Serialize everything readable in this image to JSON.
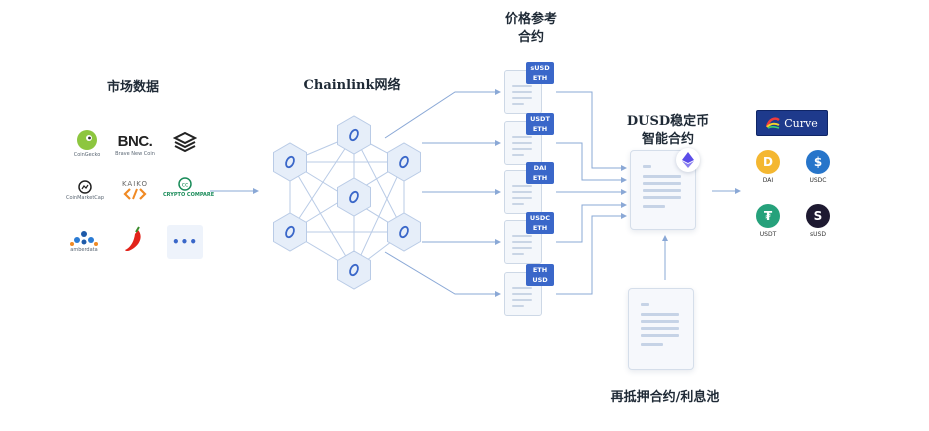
{
  "labels": {
    "market_data": "市场数据",
    "network": "Chainlink网络",
    "price_ref_line1": "价格参考",
    "price_ref_line2": "合约",
    "dusd_line1": "DUSD稳定币",
    "dusd_line2": "智能合约",
    "collateral": "再抵押合约/利息池"
  },
  "sources": [
    {
      "name": "CoinGecko",
      "icon": "coingecko-icon"
    },
    {
      "name": "BNC.",
      "sub": "Brave New Coin",
      "icon": "bnc-logo"
    },
    {
      "name": "",
      "icon": "stack-layers-icon"
    },
    {
      "name": "CoinMarketCap",
      "icon": "coinmarketcap-icon"
    },
    {
      "name": "KAIKO",
      "icon": "kaiko-logo"
    },
    {
      "name": "CRYPTO COMPARE",
      "icon": "cryptocompare-icon"
    },
    {
      "name": "amberdata",
      "icon": "amberdata-icon"
    },
    {
      "name": "",
      "icon": "chili-pepper-icon"
    },
    {
      "name": "•••",
      "icon": "more-icon"
    }
  ],
  "price_contracts": [
    {
      "line1": "sUSD",
      "line2": "ETH"
    },
    {
      "line1": "USDT",
      "line2": "ETH"
    },
    {
      "line1": "DAI",
      "line2": "ETH"
    },
    {
      "line1": "USDC",
      "line2": "ETH"
    },
    {
      "line1": "ETH",
      "line2": "USD"
    }
  ],
  "curve": {
    "label": "Curve"
  },
  "coins": [
    {
      "name": "DAI",
      "symbol": "D",
      "color": "#f4b731"
    },
    {
      "name": "USDC",
      "symbol": "$",
      "color": "#2775ca"
    },
    {
      "name": "USDT",
      "symbol": "₮",
      "color": "#26a17b"
    },
    {
      "name": "sUSD",
      "symbol": "S",
      "color": "#1e1a31"
    }
  ],
  "colors": {
    "accent": "#3a67c9",
    "connector": "#8aa8d6",
    "hex_fill": "#e6eef9",
    "hex_stroke": "#b9cbe6"
  }
}
